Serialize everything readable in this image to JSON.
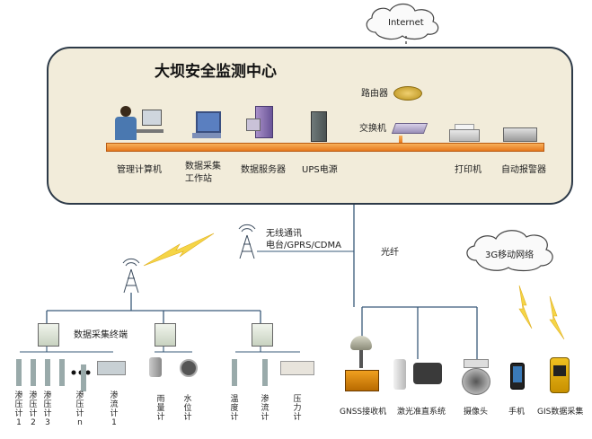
{
  "internet": "Internet",
  "center": {
    "title": "大坝安全监测中心",
    "router": "路由器",
    "switch": "交换机",
    "devices": {
      "mgmt": "管理计算机",
      "workstation_1": "数据采集",
      "workstation_2": "工作站",
      "db_server": "数据服务器",
      "ups": "UPS电源",
      "printer": "打印机",
      "alarm": "自动报警器"
    }
  },
  "links": {
    "wireless_1": "无线通讯",
    "wireless_2": "电台/GPRS/CDMA",
    "fiber": "光纤",
    "cloud_3g": "3G移动网络"
  },
  "acquisition": {
    "terminal_label": "数据采集终端"
  },
  "sensors": {
    "s1": "渗压计1",
    "s2": "渗压计2",
    "s3": "渗压计3",
    "sn": "渗压计n",
    "seepage1": "渗流计1",
    "rain": "雨量计",
    "water": "水位计",
    "temp": "温度计",
    "seepage": "渗流计",
    "pressure": "压力计"
  },
  "field": {
    "gnss": "GNSS接收机",
    "laser": "激光准直系统",
    "camera": "摄像头",
    "phone": "手机",
    "gis": "GIS数据采集"
  }
}
